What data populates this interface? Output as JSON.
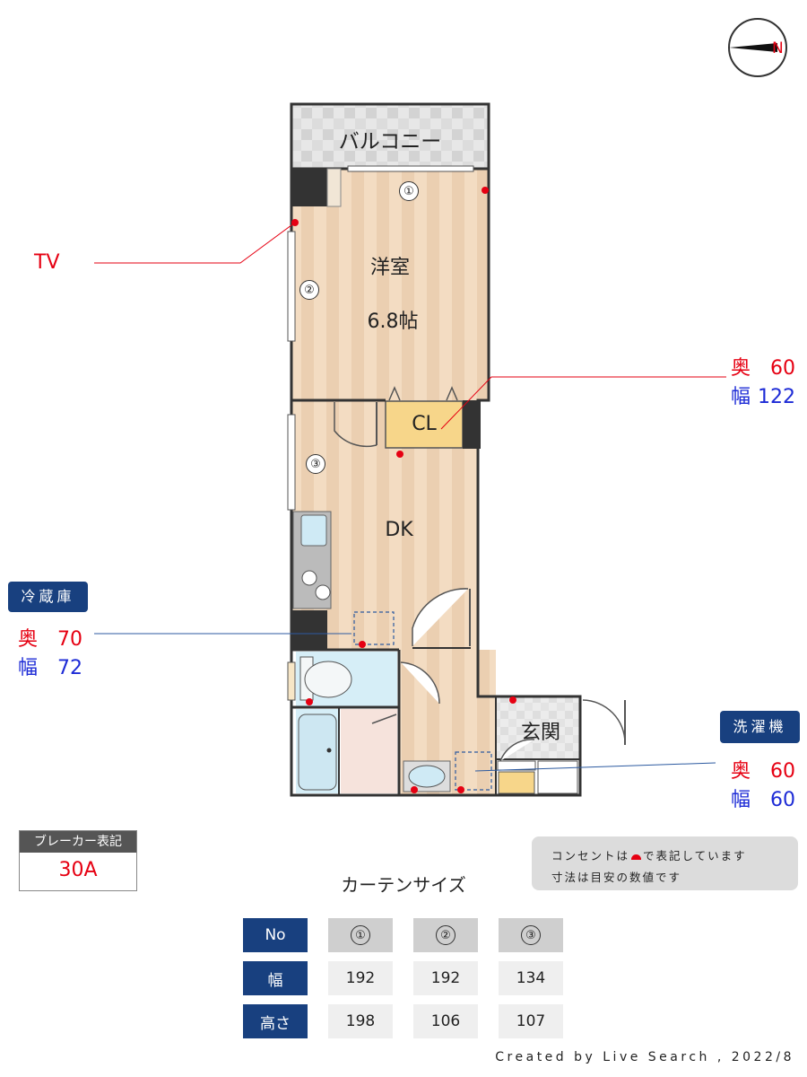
{
  "rooms": {
    "balcony": "バルコニー",
    "western_room": "洋室",
    "western_room_size": "6.8帖",
    "closet": "CL",
    "dk": "DK",
    "entrance": "玄関"
  },
  "window_markers": [
    "①",
    "②",
    "③"
  ],
  "tv_label": "TV",
  "closet_dims": {
    "depth_label": "奥",
    "depth": "60",
    "width_label": "幅",
    "width": "122"
  },
  "fridge": {
    "title": "冷蔵庫",
    "depth_label": "奥",
    "depth": "70",
    "width_label": "幅",
    "width": "72"
  },
  "washer": {
    "title": "洗濯機",
    "depth_label": "奥",
    "depth": "60",
    "width_label": "幅",
    "width": "60"
  },
  "breaker": {
    "title": "ブレーカー表記",
    "value": "30A"
  },
  "note": {
    "line1": "コンセントは",
    "line1b": "で表記しています",
    "line2": "寸法は目安の数値です"
  },
  "curtain": {
    "title": "カーテンサイズ",
    "headers": [
      "No",
      "幅",
      "高さ"
    ],
    "numbers": [
      "①",
      "②",
      "③"
    ],
    "widths": [
      "192",
      "192",
      "134"
    ],
    "heights": [
      "198",
      "106",
      "107"
    ]
  },
  "credit": "Created by Live Search , 2022/8",
  "compass": "N",
  "colors": {
    "outlet": "#e60012",
    "tag_bg": "#18407f",
    "width_text": "#1d2bd6",
    "depth_text": "#e60012"
  }
}
